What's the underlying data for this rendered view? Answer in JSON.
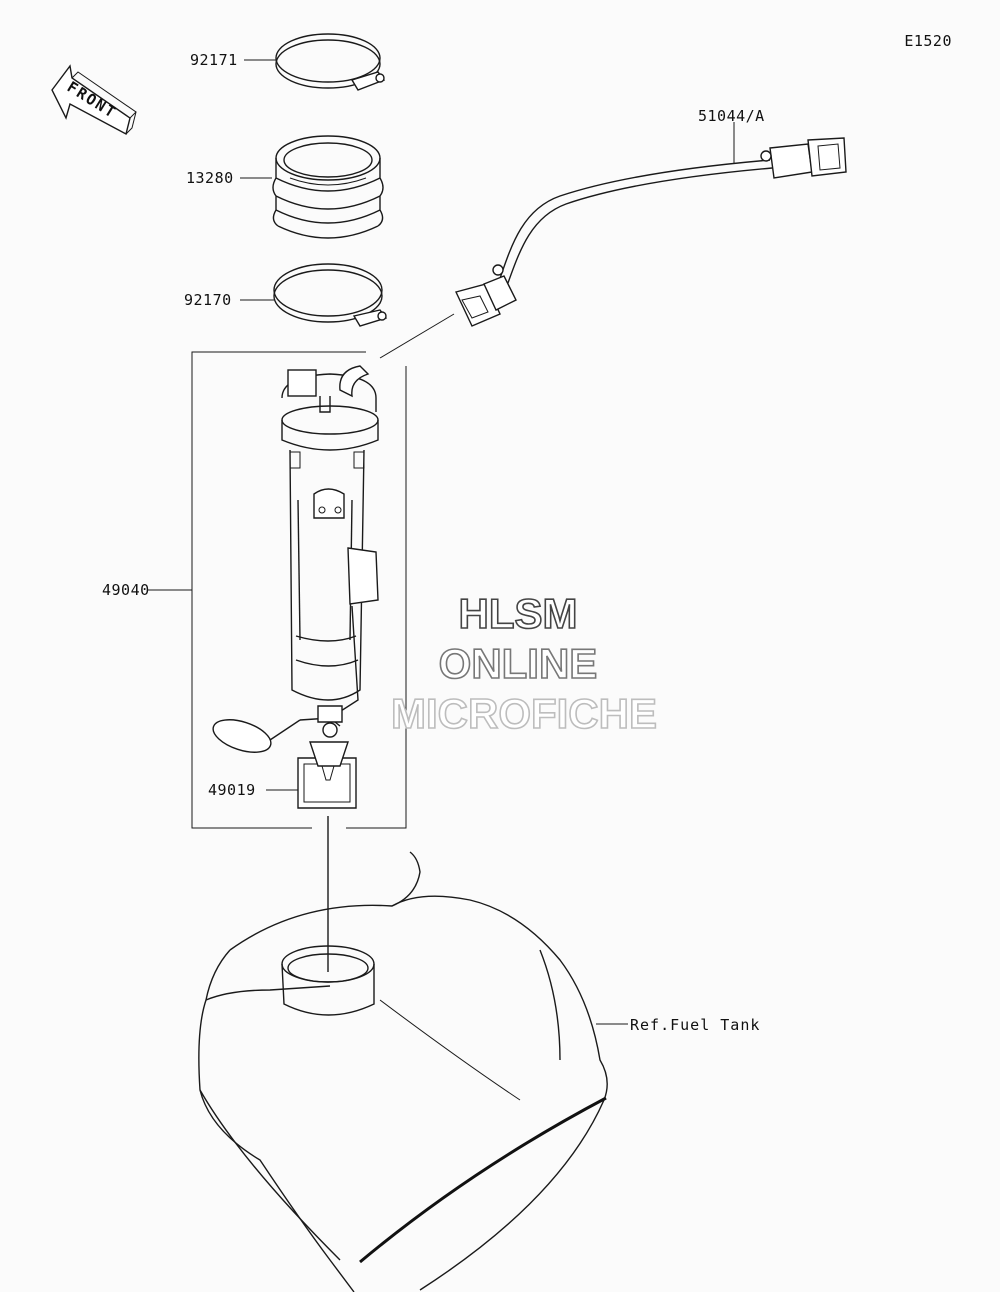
{
  "diagram_code": "E1520",
  "front_label": "FRONT",
  "parts": {
    "clamp_top": "92171",
    "boot": "13280",
    "clamp_bottom": "92170",
    "harness": "51044/A",
    "pump_assy": "49040",
    "filter": "49019"
  },
  "reference": "Ref.Fuel Tank",
  "watermark": {
    "line1": "HLSM",
    "line2": "ONLINE",
    "line3": "MICROFICHE"
  }
}
